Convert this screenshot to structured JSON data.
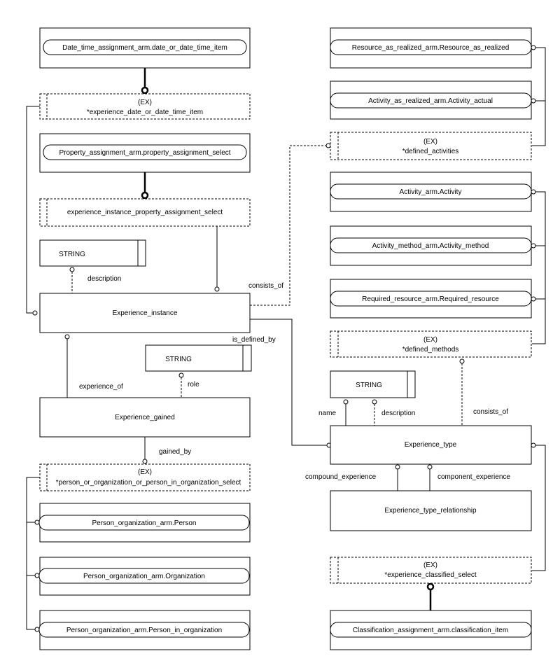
{
  "boxes": {
    "date_time_item": "Date_time_assignment_arm.date_or_date_time_item",
    "experience_date_ex": "(EX)",
    "experience_date": "*experience_date_or_date_time_item",
    "property_assignment": "Property_assignment_arm.property_assignment_select",
    "experience_instance_property": "experience_instance_property_assignment_select",
    "string_description": "STRING",
    "experience_instance": "Experience_instance",
    "string_role": "STRING",
    "experience_gained": "Experience_gained",
    "person_org_ex": "(EX)",
    "person_org_select": "*person_or_organization_or_person_in_organization_select",
    "person": "Person_organization_arm.Person",
    "organization": "Person_organization_arm.Organization",
    "person_in_org": "Person_organization_arm.Person_in_organization",
    "resource_as_realized": "Resource_as_realized_arm.Resource_as_realized",
    "activity_actual": "Activity_as_realized_arm.Activity_actual",
    "defined_activities_ex": "(EX)",
    "defined_activities": "*defined_activities",
    "activity": "Activity_arm.Activity",
    "activity_method": "Activity_method_arm.Activity_method",
    "required_resource": "Required_resource_arm.Required_resource",
    "defined_methods_ex": "(EX)",
    "defined_methods": "*defined_methods",
    "string_type": "STRING",
    "experience_type": "Experience_type",
    "experience_type_relationship": "Experience_type_relationship",
    "classified_select_ex": "(EX)",
    "classified_select": "*experience_classified_select",
    "classification_item": "Classification_assignment_arm.classification_item"
  },
  "labels": {
    "description_1": "description",
    "consists_of_1": "consists_of",
    "is_defined_by": "is_defined_by",
    "experience_of": "experience_of",
    "role": "role",
    "gained_by": "gained_by",
    "name": "name",
    "description_2": "description",
    "consists_of_2": "consists_of",
    "compound_experience": "compound_experience",
    "component_experience": "component_experience"
  }
}
